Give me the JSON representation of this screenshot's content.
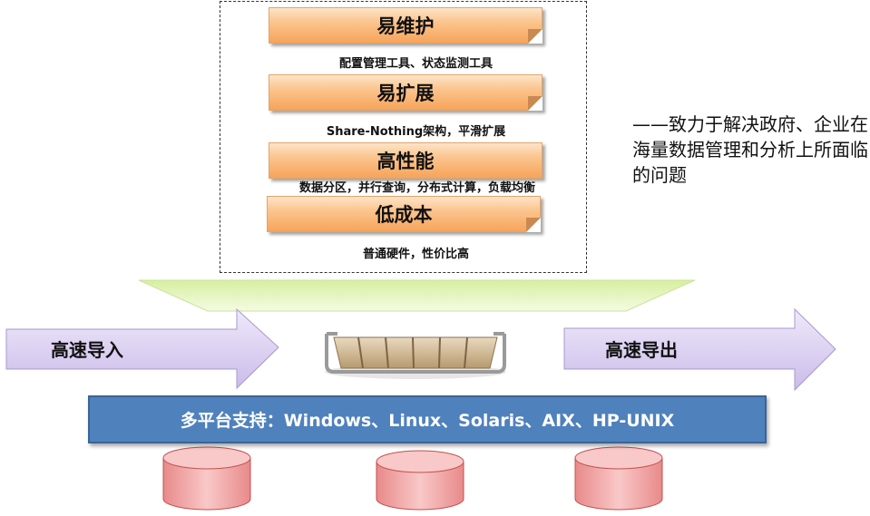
{
  "features": [
    {
      "title": "易维护",
      "desc": "配置管理工具、状态监测工具"
    },
    {
      "title": "易扩展",
      "desc": "Share-Nothing架构，平滑扩展"
    },
    {
      "title": "高性能",
      "desc": "数据分区，并行查询，分布式计算，负载均衡"
    },
    {
      "title": "低成本",
      "desc": "普通硬件，性价比高"
    }
  ],
  "side_text": "——致力于解决政府、企业在海量数据管理和分析上所面临的问题",
  "import_label": "高速导入",
  "export_label": "高速导出",
  "platform_text": "多平台支持：Windows、Linux、Solaris、AIX、HP-UNIX",
  "colors": {
    "feature_fill": "#fbc58e",
    "arrow_fill": "#d6c8ee",
    "trapezoid_fill": "#e6f5c3",
    "platform_fill": "#4f81bd",
    "database_fill": "#f4b3b3"
  },
  "icons": [
    "server-blade-icon",
    "database-icon",
    "database-icon",
    "database-icon"
  ]
}
